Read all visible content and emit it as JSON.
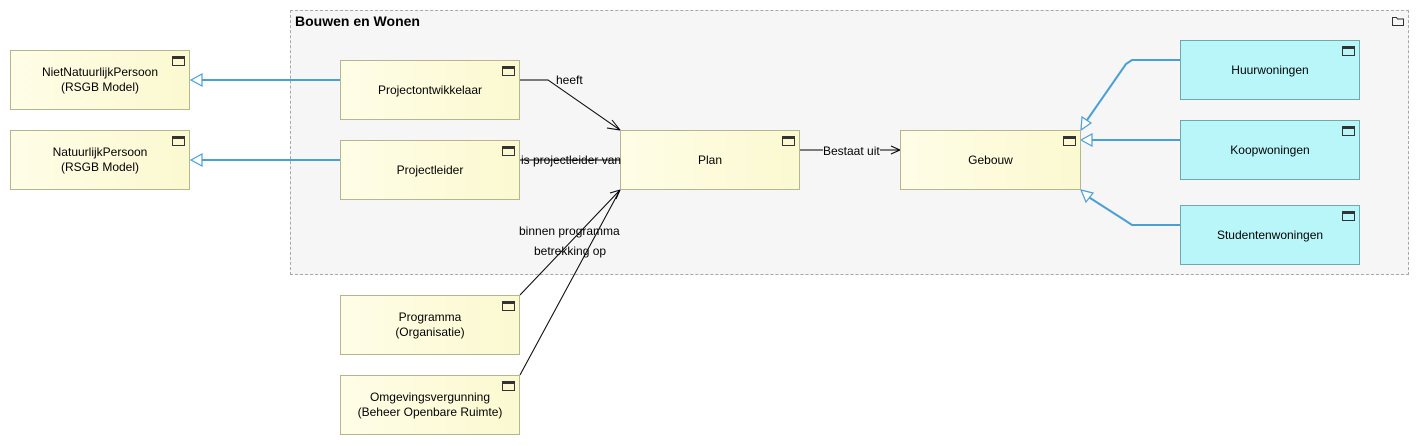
{
  "group": {
    "title": "Bouwen en Wonen",
    "icon": "folder-icon"
  },
  "nodes": {
    "nietnatuurlijk": "NietNatuurlijkPersoon\n(RSGB Model)",
    "natuurlijk": "NatuurlijkPersoon\n(RSGB Model)",
    "projectontwikkelaar": "Projectontwikkelaar",
    "projectleider": "Projectleider",
    "plan": "Plan",
    "gebouw": "Gebouw",
    "huurwoningen": "Huurwoningen",
    "koopwoningen": "Koopwoningen",
    "studentenwoningen": "Studentenwoningen",
    "programma": "Programma\n(Organisatie)",
    "omgevingsvergunning": "Omgevingsvergunning\n(Beheer Openbare Ruimte)"
  },
  "edge_labels": {
    "heeft": "heeft",
    "is_projectleider_van": "is projectleider van",
    "bestaat_uit": "Bestaat uit",
    "binnen_programma": "binnen programma",
    "betrekking_op": "betrekking op"
  },
  "colors": {
    "generalization": "#4a9fd5",
    "association": "#000000",
    "class_fill": "#fbf9d0",
    "specialization_fill": "#b9f6fa"
  }
}
